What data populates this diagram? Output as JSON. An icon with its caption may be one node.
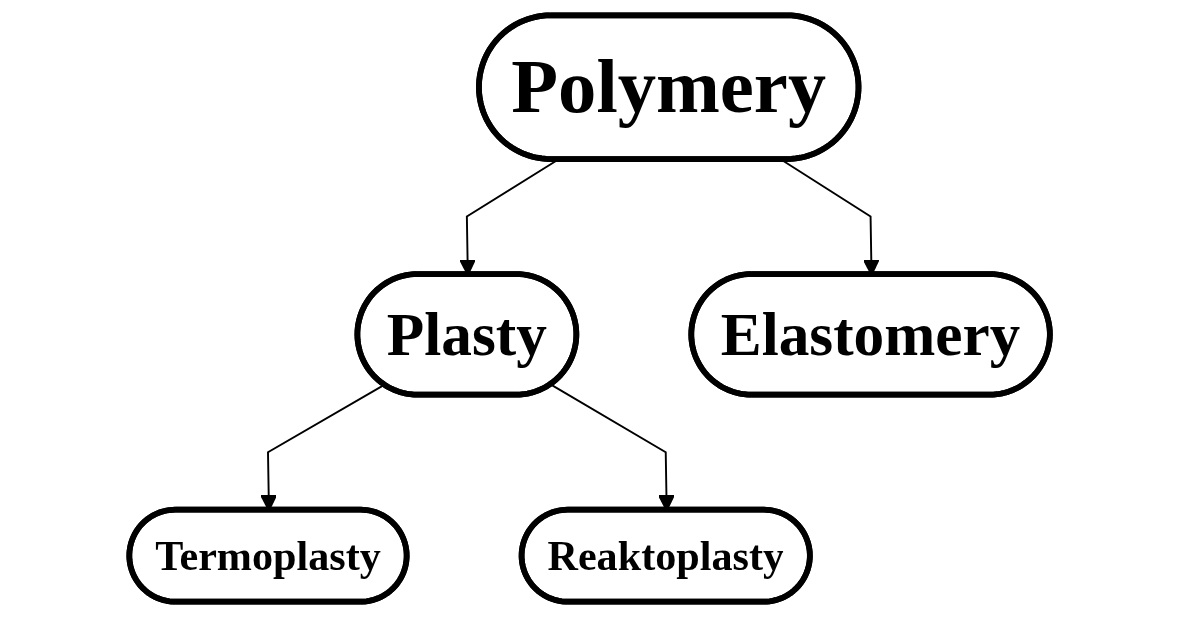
{
  "diagram": {
    "nodes": [
      {
        "text": [
          "Polymery"
        ]
      },
      {
        "text": [
          "Plasty"
        ]
      },
      {
        "text": [
          "Elastomery"
        ]
      },
      {
        "text": [
          "Termoplasty"
        ]
      },
      {
        "text": [
          "Reaktoplasty"
        ]
      }
    ],
    "edges": [
      {
        "from": 0,
        "to": 1,
        "arrow": "to"
      },
      {
        "from": 0,
        "to": 2,
        "arrow": "to"
      },
      {
        "from": 1,
        "to": 3,
        "arrow": "to"
      },
      {
        "from": 1,
        "to": 4,
        "arrow": "to"
      }
    ]
  }
}
